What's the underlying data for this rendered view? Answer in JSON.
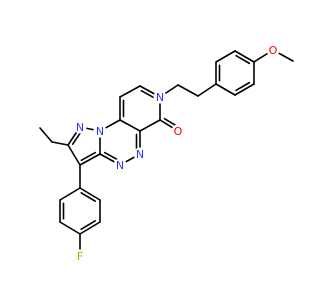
{
  "colors": {
    "background": "#ffffff",
    "bond": "#000000",
    "nitrogen": "#3333ff",
    "oxygen": "#ff0000",
    "fluorine": "#90c000"
  },
  "atoms": {
    "O_methoxy": "O",
    "O_carbonyl": "O",
    "N_pyridinone": "N",
    "N_pyrazole_1": "N",
    "N_pyrazole_2": "N",
    "N_triazine_1": "N",
    "N_triazine_2": "N",
    "N_triazine_3": "N",
    "F": "F"
  }
}
